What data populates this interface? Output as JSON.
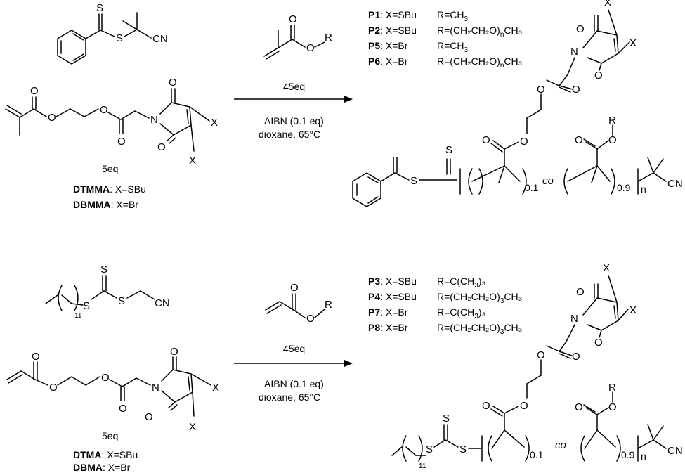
{
  "reaction1": {
    "cta": {
      "sulfur_thione": "S",
      "sulfur_thio": "S",
      "nitrile": "CN"
    },
    "monomer": {
      "o_ester1": "O",
      "o_ester2": "O",
      "o_link1": "O",
      "o_link2": "O",
      "n": "N",
      "o_imide1": "O",
      "o_imide2": "O",
      "x1": "X",
      "x2": "X",
      "equiv": "5eq",
      "name1": "DTMMA",
      "def1": ": X=SBu",
      "name2": "DBMMA",
      "def2": ": X=Br"
    },
    "comonomer": {
      "o1": "O",
      "o2": "O",
      "r": "R"
    },
    "equiv": "45eq",
    "conditions_1": "AIBN (0.1 eq)",
    "conditions_2": "dioxane, 65°C",
    "products": [
      {
        "name": "P1",
        "x": ": X=SBu",
        "r_base": "R=CH",
        "r_sub": "3",
        "r_tail": ""
      },
      {
        "name": "P2",
        "x": ": X=SBu",
        "r_base": "R=(CH₂CH₂O)",
        "r_sub": "n",
        "r_tail": "CH₃"
      },
      {
        "name": "P5",
        "x": ": X=Br",
        "r_base": "R=CH",
        "r_sub": "3",
        "r_tail": ""
      },
      {
        "name": "P6",
        "x": ": X=Br",
        "r_base": "R=(CH₂CH₂O)",
        "r_sub": "n",
        "r_tail": "CH₃"
      }
    ],
    "polymer": {
      "s1": "S",
      "s2": "S",
      "co": "co",
      "f1": "0.1",
      "f2": "0.9",
      "n": "n",
      "cn": "CN",
      "o_a": "O",
      "o_b": "O",
      "o_c": "O",
      "o_d": "O",
      "o_e": "O",
      "o_f": "O",
      "n_imide": "N",
      "o_i1": "O",
      "o_i2": "O",
      "x1": "X",
      "x2": "X",
      "r": "R"
    }
  },
  "reaction2": {
    "cta": {
      "sub": "11",
      "s_a": "S",
      "s_b": "S",
      "s_c": "S",
      "nitrile": "CN"
    },
    "monomer": {
      "o_ester1": "O",
      "o_ester2": "O",
      "o_link1": "O",
      "o_link2": "O",
      "n": "N",
      "o_imide1": "O",
      "o_imide2": "O",
      "x1": "X",
      "x2": "X",
      "equiv": "5eq",
      "name1": "DTMA",
      "def1": ": X=SBu",
      "name2": "DBMA",
      "def2": ": X=Br"
    },
    "comonomer": {
      "o1": "O",
      "o2": "O",
      "r": "R"
    },
    "equiv": "45eq",
    "conditions_1": "AIBN (0.1 eq)",
    "conditions_2": "dioxane, 65°C",
    "products": [
      {
        "name": "P3",
        "x": ": X=SBu",
        "r_base": "R=C(CH",
        "r_sub": "3",
        "r_tail": ")₃"
      },
      {
        "name": "P4",
        "x": ": X=SBu",
        "r_base": "R=(CH₂CH₂O)",
        "r_sub": "3",
        "r_tail": "CH₃"
      },
      {
        "name": "P7",
        "x": ": X=Br",
        "r_base": "R=C(CH",
        "r_sub": "3",
        "r_tail": ")₃"
      },
      {
        "name": "P8",
        "x": ": X=Br",
        "r_base": "R=(CH₂CH₂O)",
        "r_sub": "3",
        "r_tail": "CH₃"
      }
    ],
    "polymer": {
      "sub": "11",
      "s1": "S",
      "s2": "S",
      "s3": "S",
      "co": "co",
      "f1": "0.1",
      "f2": "0.9",
      "n": "n",
      "cn": "CN",
      "o_a": "O",
      "o_b": "O",
      "o_c": "O",
      "o_d": "O",
      "o_e": "O",
      "o_f": "O",
      "n_imide": "N",
      "o_i1": "O",
      "o_i2": "O",
      "x1": "X",
      "x2": "X",
      "r": "R"
    }
  }
}
